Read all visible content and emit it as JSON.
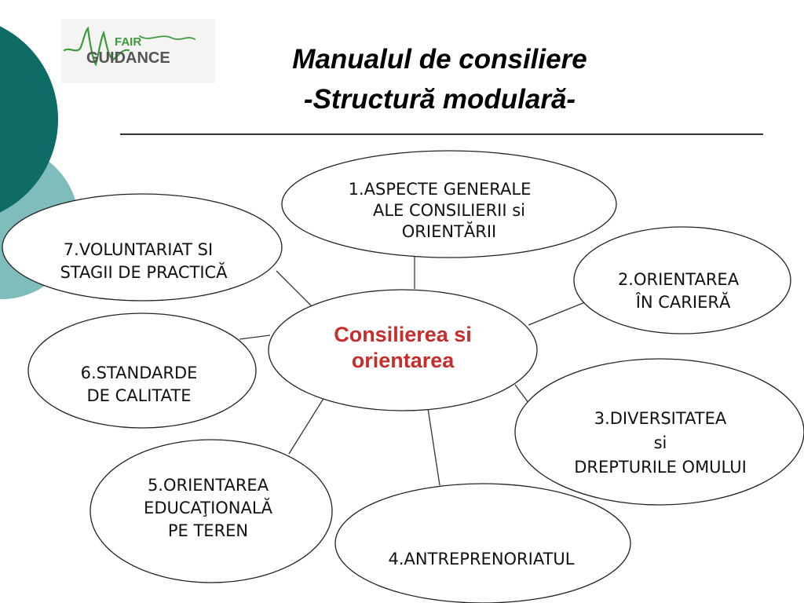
{
  "colors": {
    "teal_dark": "#0e6b66",
    "teal_light": "#7fbcbc",
    "logo_green": "#3c9a3c",
    "logo_dark": "#555555",
    "center_text": "#c62d2d"
  },
  "logo": {
    "top_word": "FAIR",
    "bottom_word": "GUIDANCE"
  },
  "title": {
    "line1": "Manualul de consiliere",
    "line2": "-Structură modulară-"
  },
  "center": {
    "lines": [
      "Consilierea si",
      "orientarea"
    ]
  },
  "modules": [
    {
      "id": "module-1",
      "lines": [
        "1.ASPECTE GENERALE",
        "ALE CONSILIERII si",
        "ORIENTĂRII"
      ]
    },
    {
      "id": "module-2",
      "lines": [
        "2.ORIENTAREA",
        "ÎN CARIERĂ"
      ]
    },
    {
      "id": "module-3",
      "lines": [
        "3.DIVERSITATEA",
        "si",
        "DREPTURILE OMULUI"
      ]
    },
    {
      "id": "module-4",
      "lines": [
        "4.ANTREPRENORIATUL"
      ]
    },
    {
      "id": "module-5",
      "lines": [
        "5.ORIENTAREA",
        "EDUCAŢIONALĂ",
        "PE TEREN"
      ]
    },
    {
      "id": "module-6",
      "lines": [
        "6.STANDARDE",
        "DE CALITATE"
      ]
    },
    {
      "id": "module-7",
      "lines": [
        "7.VOLUNTARIAT SI",
        "STAGII DE PRACTICĂ"
      ]
    }
  ]
}
